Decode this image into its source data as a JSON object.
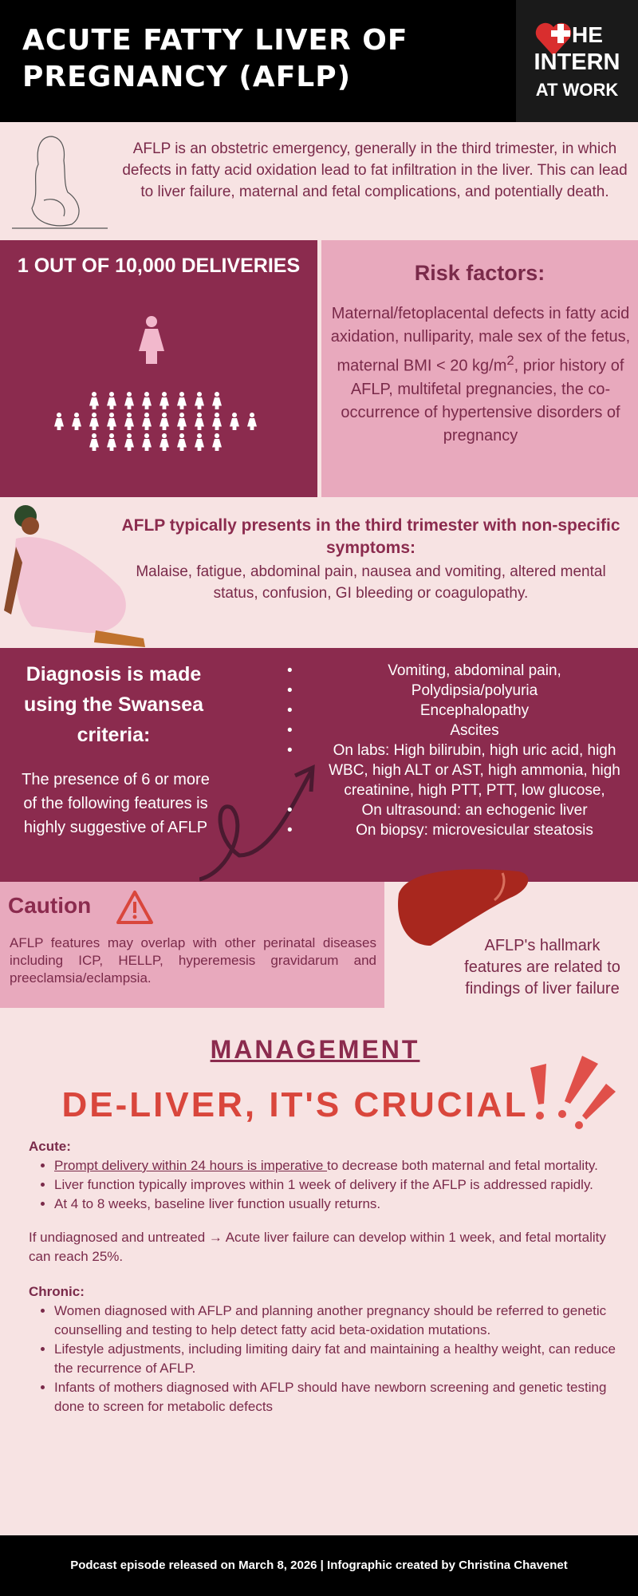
{
  "header": {
    "title": "ACUTE FATTY LIVER OF PREGNANCY (AFLP)",
    "logo": {
      "line1": "HE",
      "line2": "INTERN",
      "line3": "AT WORK",
      "text": "THE INTERN AT WORK"
    }
  },
  "intro": {
    "text": "AFLP is an obstetric emergency, generally in the third trimester, in which defects in fatty acid oxidation lead to fat infiltration in the liver. This can lead to liver failure, maternal and fetal complications, and potentially  death."
  },
  "incidence": {
    "text": "1 OUT OF 10,000 DELIVERIES"
  },
  "risk": {
    "title": "Risk factors:",
    "text_before": "Maternal/fetoplacental defects in fatty acid axidation, nulliparity, male sex of the fetus, maternal BMI < 20 kg/m",
    "sup": "2",
    "text_after": ", prior history of AFLP, multifetal pregnancies, the co-occurrence of hypertensive disorders of pregnancy"
  },
  "presentation": {
    "title": "AFLP typically presents in the third trimester with non-specific symptoms:",
    "text": "Malaise, fatigue, abdominal pain, nausea and vomiting, altered mental status, confusion, GI bleeding or coagulopathy."
  },
  "diagnosis": {
    "title": "Diagnosis is made using the Swansea criteria:",
    "subtitle": "The presence of 6 or more of the following features is highly suggestive of AFLP",
    "criteria": [
      {
        "text": "Vomiting, abdominal pain,",
        "bullet": true
      },
      {
        "text": "Polydipsia/polyuria",
        "bullet": true
      },
      {
        "text": "Encephalopathy",
        "bullet": true
      },
      {
        "text": "Ascites",
        "bullet": true
      },
      {
        "text": "On labs: High bilirubin, high uric acid, high WBC, high ALT or AST, high ammonia, high creatinine, high PTT, PTT, low glucose,",
        "bullet": true
      },
      {
        "text": "On ultrasound: an echogenic liver",
        "bullet": true
      },
      {
        "text": "On biopsy: microvesicular steatosis",
        "bullet": true
      }
    ]
  },
  "caution": {
    "title": "Caution",
    "text": "AFLP features may overlap with other perinatal diseases including ICP, HELLP, hyperemesis gravidarum and preeclamsia/eclampsia."
  },
  "hallmark": {
    "text": "AFLP's hallmark features are related to findings of liver failure"
  },
  "management": {
    "title": "MANAGEMENT",
    "slogan": "DE-LIVER, IT'S CRUCIAL",
    "acute_label": "Acute:",
    "acute_first_underlined": "Prompt delivery within 24 hours is imperative ",
    "acute_first_rest": "to decrease both maternal and fetal mortality.",
    "acute": [
      "Liver function typically improves within 1 week of delivery if the AFLP is addressed rapidly.",
      "At 4 to 8 weeks, baseline liver function usually returns."
    ],
    "note": "If undiagnosed and untreated → Acute liver failure can develop within 1 week, and fetal mortality can reach 25%.",
    "chronic_label": "Chronic:",
    "chronic": [
      "Women diagnosed with AFLP and planning another pregnancy should be referred to genetic counselling and testing to help detect fatty acid beta-oxidation mutations.",
      "Lifestyle adjustments, including limiting dairy fat and maintaining a healthy weight, can reduce the recurrence of AFLP.",
      "Infants of mothers diagnosed with AFLP should have newborn screening and genetic testing done to screen for metabolic defects"
    ]
  },
  "footer": {
    "text": "Podcast episode released on March 8, 2026 | Infographic created by Christina Chavenet"
  },
  "colors": {
    "maroon": "#8b2b4e",
    "pink": "#e8a9bd",
    "background": "#f7e3e3",
    "red": "#d9463c"
  }
}
